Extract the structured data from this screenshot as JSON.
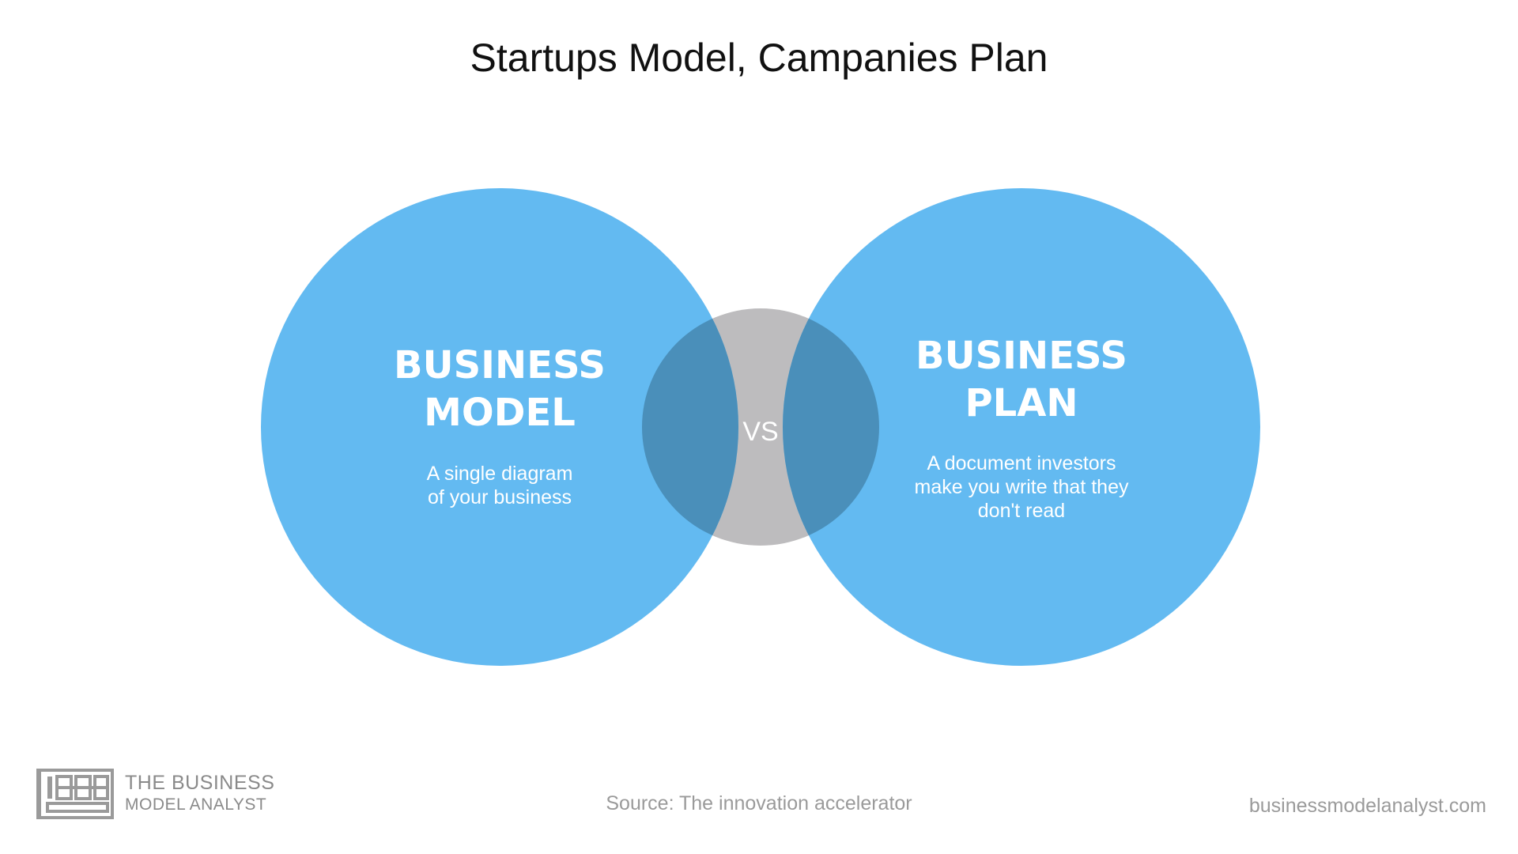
{
  "title": "Startups Model, Campanies Plan",
  "colors": {
    "circle_blue": "#63BAF1",
    "overlap_blue": "#4A8FBA",
    "vs_gray": "#BDBCBE",
    "text_white": "#FFFFFF",
    "footer_gray": "#9A9A9A"
  },
  "diagram": {
    "left_circle": {
      "heading_line1": "BUSINESS",
      "heading_line2": "MODEL",
      "desc_line1": "A single diagram",
      "desc_line2": "of your business"
    },
    "right_circle": {
      "heading_line1": "BUSINESS",
      "heading_line2": "PLAN",
      "desc_line1": "A document investors",
      "desc_line2": "make you write that they",
      "desc_line3": "don't read"
    },
    "center": {
      "label": "VS"
    }
  },
  "footer": {
    "logo_line1": "THE BUSINESS",
    "logo_line2": "MODEL ANALYST",
    "source": "Source: The innovation accelerator",
    "site": "businessmodelanalyst.com"
  }
}
